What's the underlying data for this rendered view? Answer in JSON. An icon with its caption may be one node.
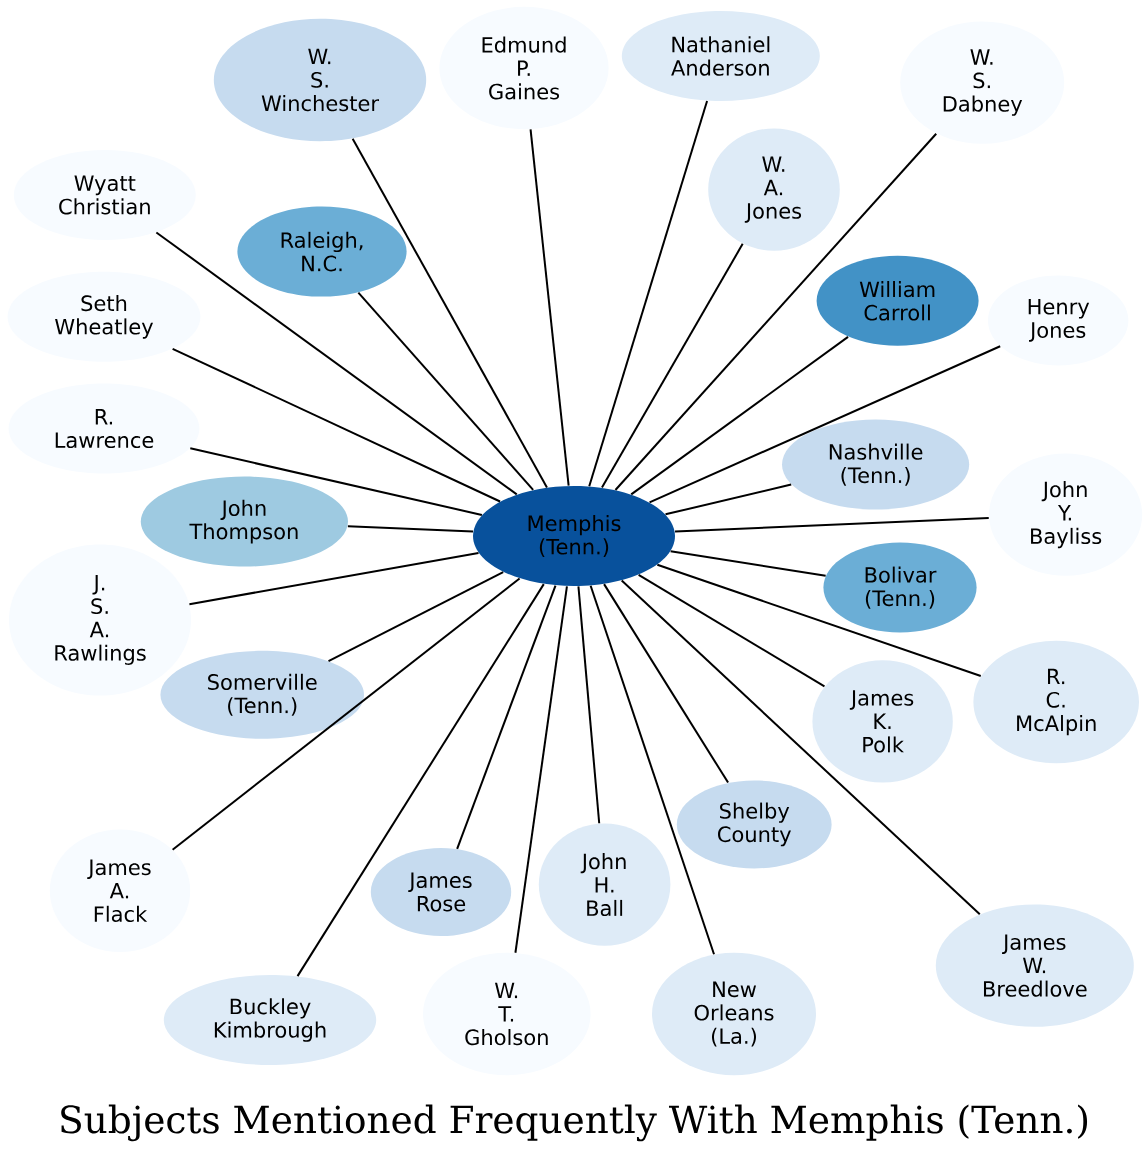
{
  "diagram": {
    "title": "Subjects Mentioned Frequently With Memphis (Tenn.)",
    "nodes": [
      {
        "text": [
          "Edmund P. Gaines"
        ]
      },
      {
        "text": [
          "Wyatt Christian"
        ]
      },
      {
        "text": [
          "Nathaniel Anderson"
        ]
      },
      {
        "text": [
          "W. A. Jones"
        ]
      },
      {
        "text": [
          "W. S. Dabney"
        ]
      },
      {
        "text": [
          "Seth Wheatley"
        ]
      },
      {
        "text": [
          "W. S. Winchester"
        ]
      },
      {
        "text": [
          "Henry Jones"
        ]
      },
      {
        "text": [
          "R. Lawrence"
        ]
      },
      {
        "text": [
          "Nashville (Tenn.)"
        ]
      },
      {
        "text": [
          "Raleigh, N.C."
        ]
      },
      {
        "text": [
          "William Carroll"
        ]
      },
      {
        "text": [
          "John Thompson"
        ]
      },
      {
        "text": [
          "Memphis (Tenn.)"
        ]
      },
      {
        "text": [
          "John Y. Bayliss"
        ]
      },
      {
        "text": [
          "J. S. A. Rawlings"
        ]
      },
      {
        "text": [
          "Bolivar (Tenn.)"
        ]
      },
      {
        "text": [
          "James K. Polk"
        ]
      },
      {
        "text": [
          "Somerville (Tenn.)"
        ]
      },
      {
        "text": [
          "James Rose"
        ]
      },
      {
        "text": [
          "Shelby County"
        ]
      },
      {
        "text": [
          "R. C. McAlpin"
        ]
      },
      {
        "text": [
          "James A. Flack"
        ]
      },
      {
        "text": [
          "Buckley Kimbrough"
        ]
      },
      {
        "text": [
          "James W. Breedlove"
        ]
      },
      {
        "text": [
          "John H. Ball"
        ]
      },
      {
        "text": [
          "New Orleans (La.)"
        ]
      },
      {
        "text": [
          "W. T. Gholson"
        ]
      }
    ],
    "edges": [
      {
        "from": 13,
        "to": 0,
        "arrow": "none"
      },
      {
        "from": 13,
        "to": 1,
        "arrow": "none"
      },
      {
        "from": 13,
        "to": 2,
        "arrow": "none"
      },
      {
        "from": 13,
        "to": 3,
        "arrow": "none"
      },
      {
        "from": 13,
        "to": 4,
        "arrow": "none"
      },
      {
        "from": 13,
        "to": 5,
        "arrow": "none"
      },
      {
        "from": 13,
        "to": 6,
        "arrow": "none"
      },
      {
        "from": 13,
        "to": 7,
        "arrow": "none"
      },
      {
        "from": 13,
        "to": 8,
        "arrow": "none"
      },
      {
        "from": 13,
        "to": 9,
        "arrow": "none"
      },
      {
        "from": 13,
        "to": 10,
        "arrow": "none"
      },
      {
        "from": 13,
        "to": 11,
        "arrow": "none"
      },
      {
        "from": 13,
        "to": 12,
        "arrow": "none"
      },
      {
        "from": 13,
        "to": 14,
        "arrow": "none"
      },
      {
        "from": 13,
        "to": 15,
        "arrow": "none"
      },
      {
        "from": 13,
        "to": 16,
        "arrow": "none"
      },
      {
        "from": 13,
        "to": 17,
        "arrow": "none"
      },
      {
        "from": 13,
        "to": 18,
        "arrow": "none"
      },
      {
        "from": 13,
        "to": 19,
        "arrow": "none"
      },
      {
        "from": 13,
        "to": 20,
        "arrow": "none"
      },
      {
        "from": 13,
        "to": 21,
        "arrow": "none"
      },
      {
        "from": 13,
        "to": 22,
        "arrow": "none"
      },
      {
        "from": 13,
        "to": 23,
        "arrow": "none"
      },
      {
        "from": 13,
        "to": 24,
        "arrow": "none"
      },
      {
        "from": 13,
        "to": 25,
        "arrow": "none"
      },
      {
        "from": 13,
        "to": 26,
        "arrow": "none"
      },
      {
        "from": 13,
        "to": 27,
        "arrow": "none"
      }
    ]
  }
}
